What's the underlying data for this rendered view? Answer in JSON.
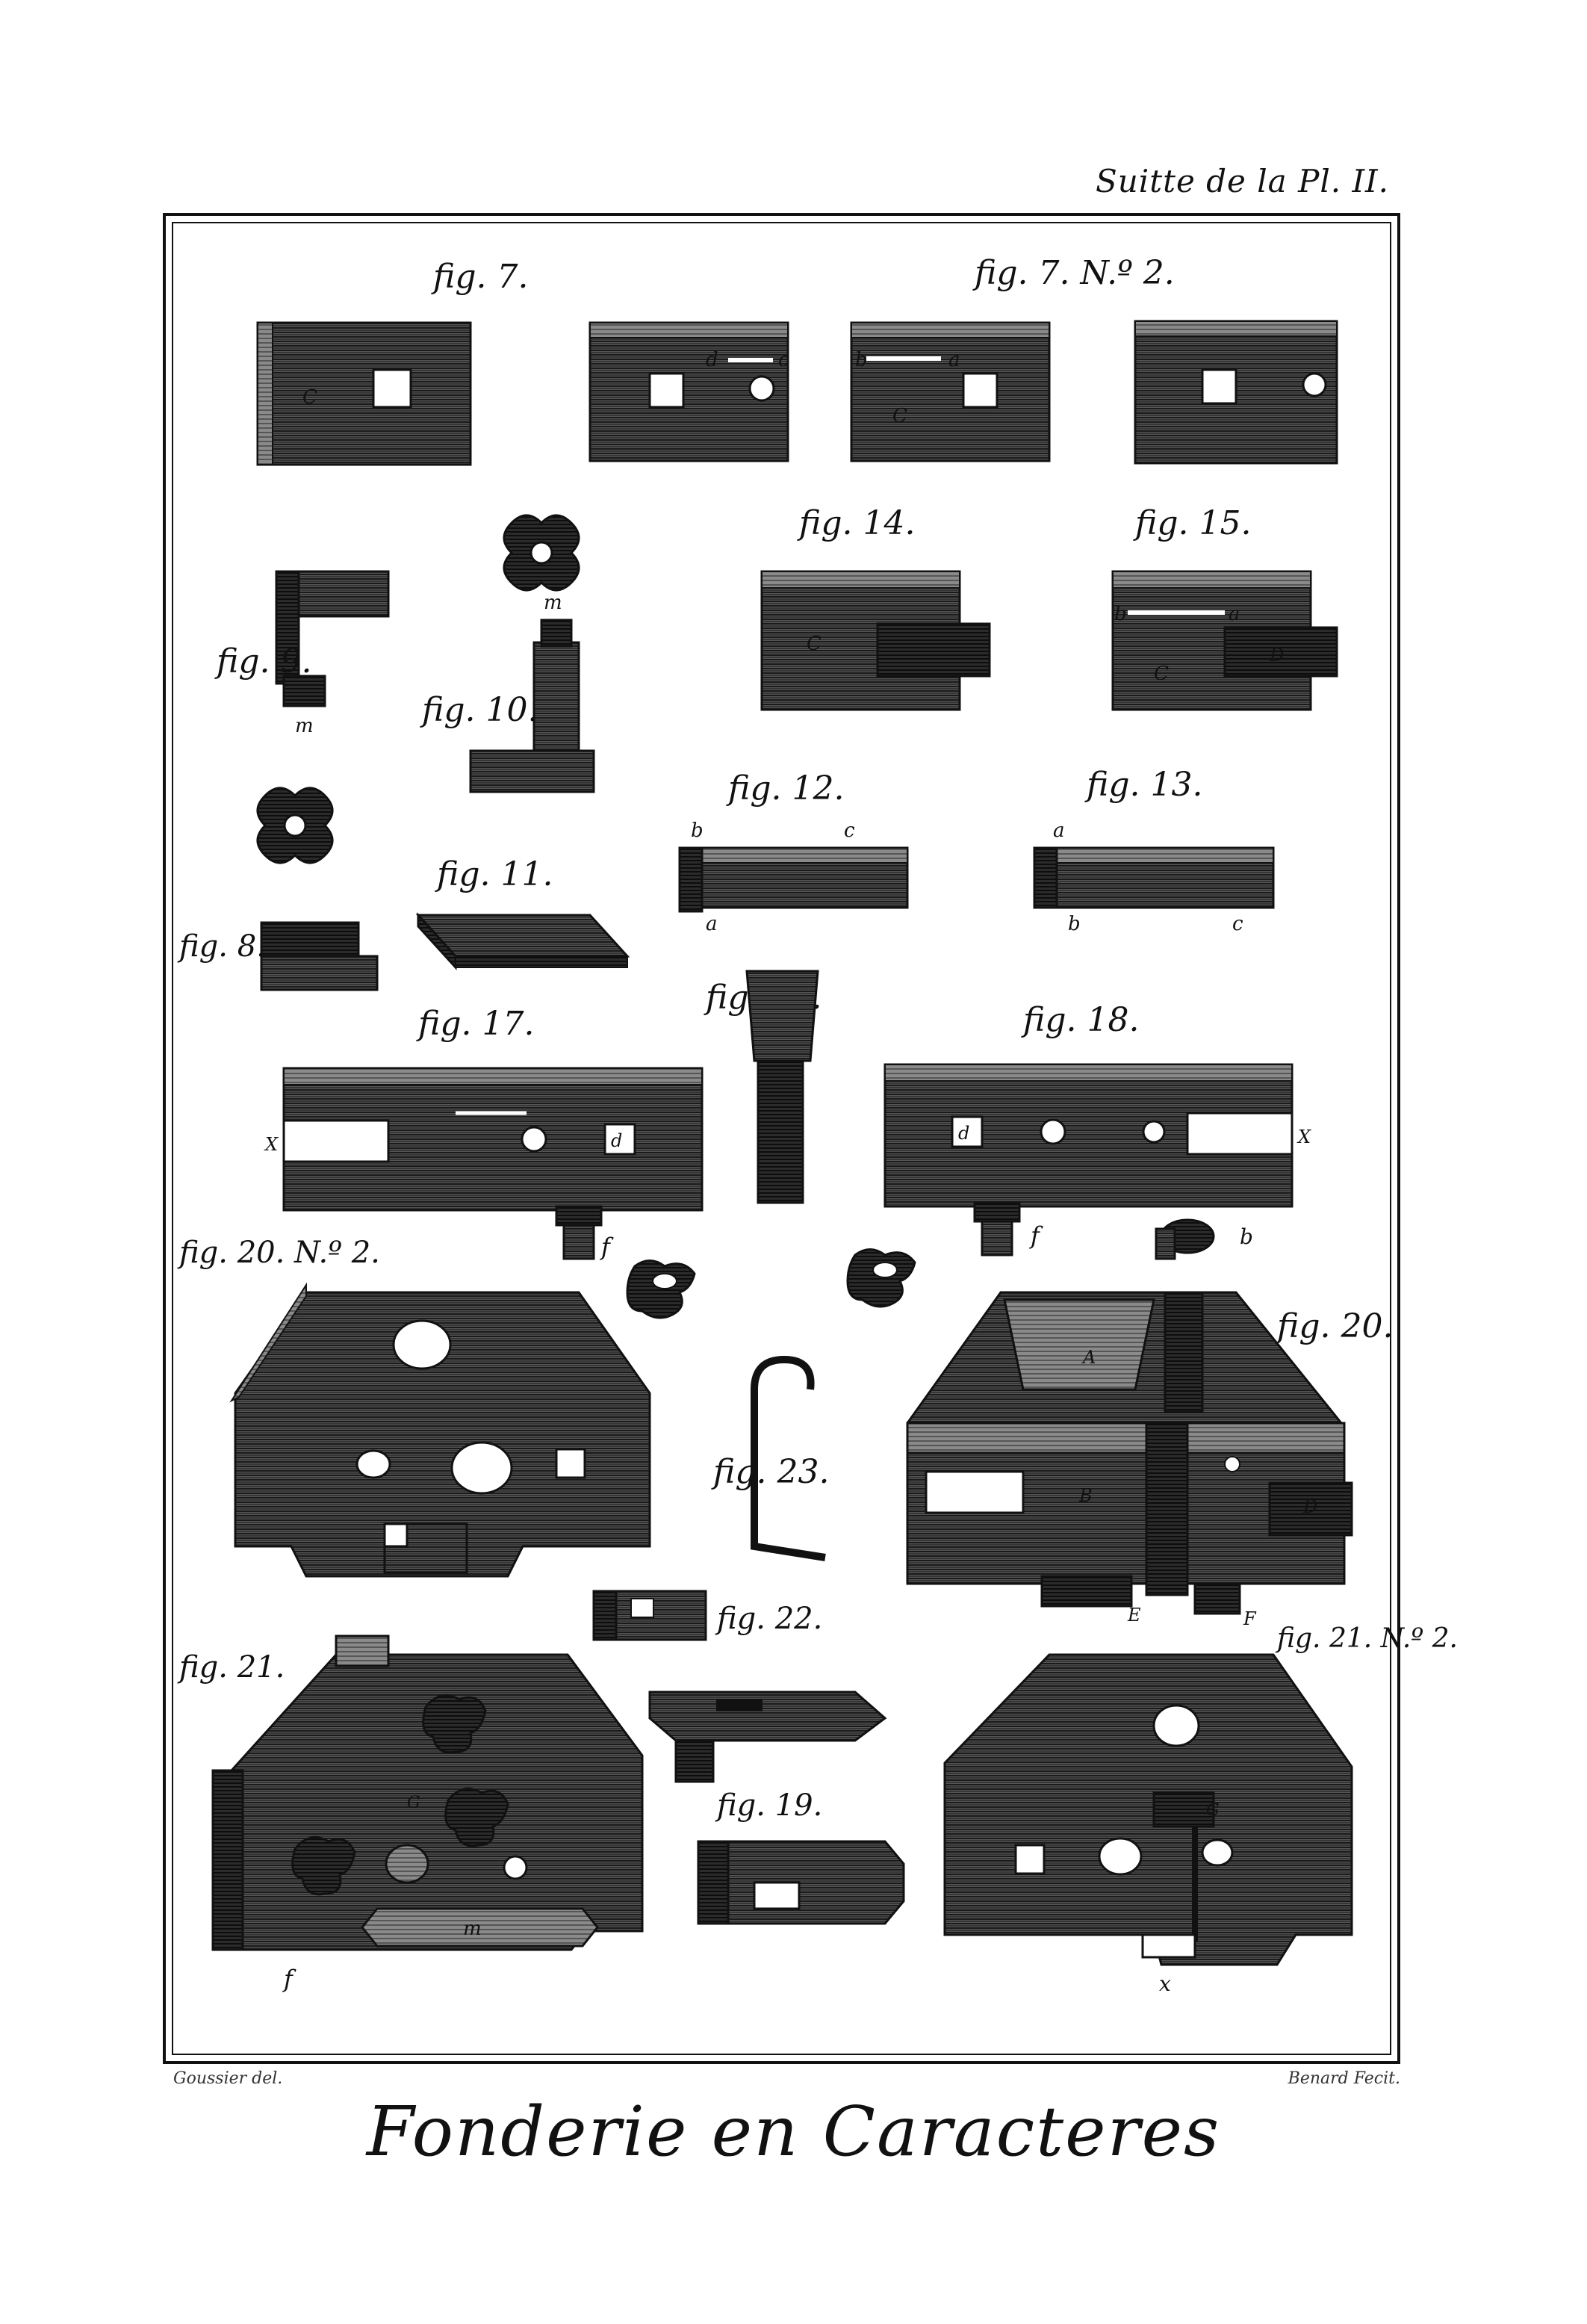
{
  "header": {
    "plate_ref": "Suitte de la Pl. II."
  },
  "credits": {
    "draftsman": "Goussier del.",
    "engraver": "Benard Fecit."
  },
  "title": "Fonderie en Caracteres",
  "figure_labels": {
    "fig7": "fig. 7.",
    "fig7n2": "fig. 7. N.º 2.",
    "fig8": "fig. 8.",
    "fig9": "fig. 9.",
    "fig10": "fig. 10.",
    "fig11": "fig. 11.",
    "fig12": "fig. 12.",
    "fig13": "fig. 13.",
    "fig14": "fig. 14.",
    "fig15": "fig. 15.",
    "fig16": "fig. 16.",
    "fig17": "fig. 17.",
    "fig18": "fig. 18.",
    "fig19": "fig. 19.",
    "fig20": "fig. 20.",
    "fig20n2": "fig. 20. N.º 2.",
    "fig21": "fig. 21.",
    "fig21n2": "fig. 21. N.º 2.",
    "fig22": "fig. 22.",
    "fig23": "fig. 23."
  },
  "letters": {
    "C": "C",
    "d": "d",
    "c": "c",
    "b": "b",
    "a": "a",
    "m": "m",
    "X": "X",
    "f": "f",
    "A": "A",
    "B": "B",
    "D": "D",
    "E": "E",
    "F": "F",
    "G": "G",
    "x": "x"
  },
  "colors": {
    "ink": "#111111",
    "paper": "#ffffff",
    "hatch": "#3a3a3a"
  }
}
